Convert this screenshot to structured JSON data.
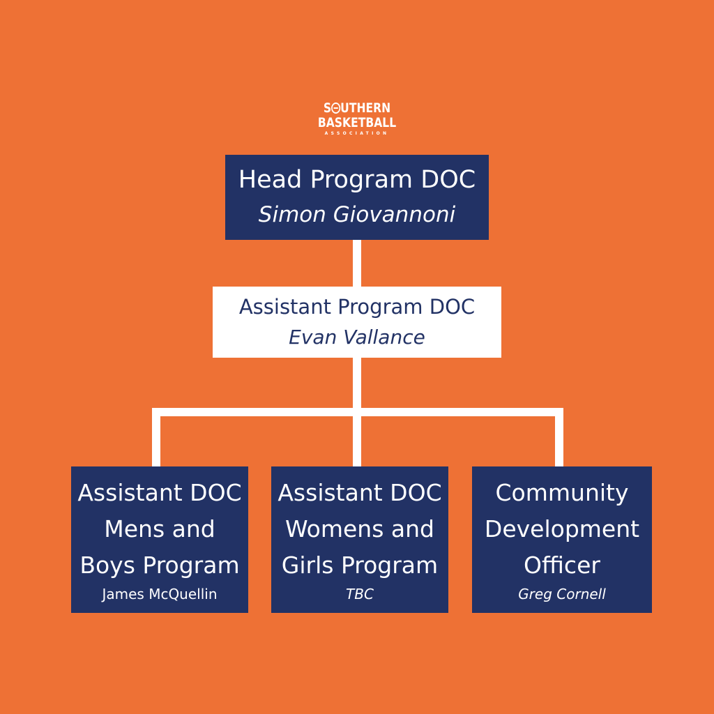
{
  "logo": {
    "line1": "SOUTHERN",
    "line2": "BASKETBALL",
    "line3": "ASSOCIATION"
  },
  "head": {
    "title": "Head Program DOC",
    "name": "Simon Giovannoni"
  },
  "assistant": {
    "title": "Assistant Program DOC",
    "name": "Evan Vallance"
  },
  "departments": [
    {
      "title": "Assistant DOC\nMens and\nBoys Program",
      "name": "James McQuellin"
    },
    {
      "title": "Assistant DOC\nWomens and\nGirls Program",
      "name": "TBC"
    },
    {
      "title": "Community\nDevelopment\nOfficer",
      "name": "Greg Cornell"
    }
  ],
  "colors": {
    "background": "#ee7135",
    "navy": "#223265",
    "white": "#ffffff"
  }
}
